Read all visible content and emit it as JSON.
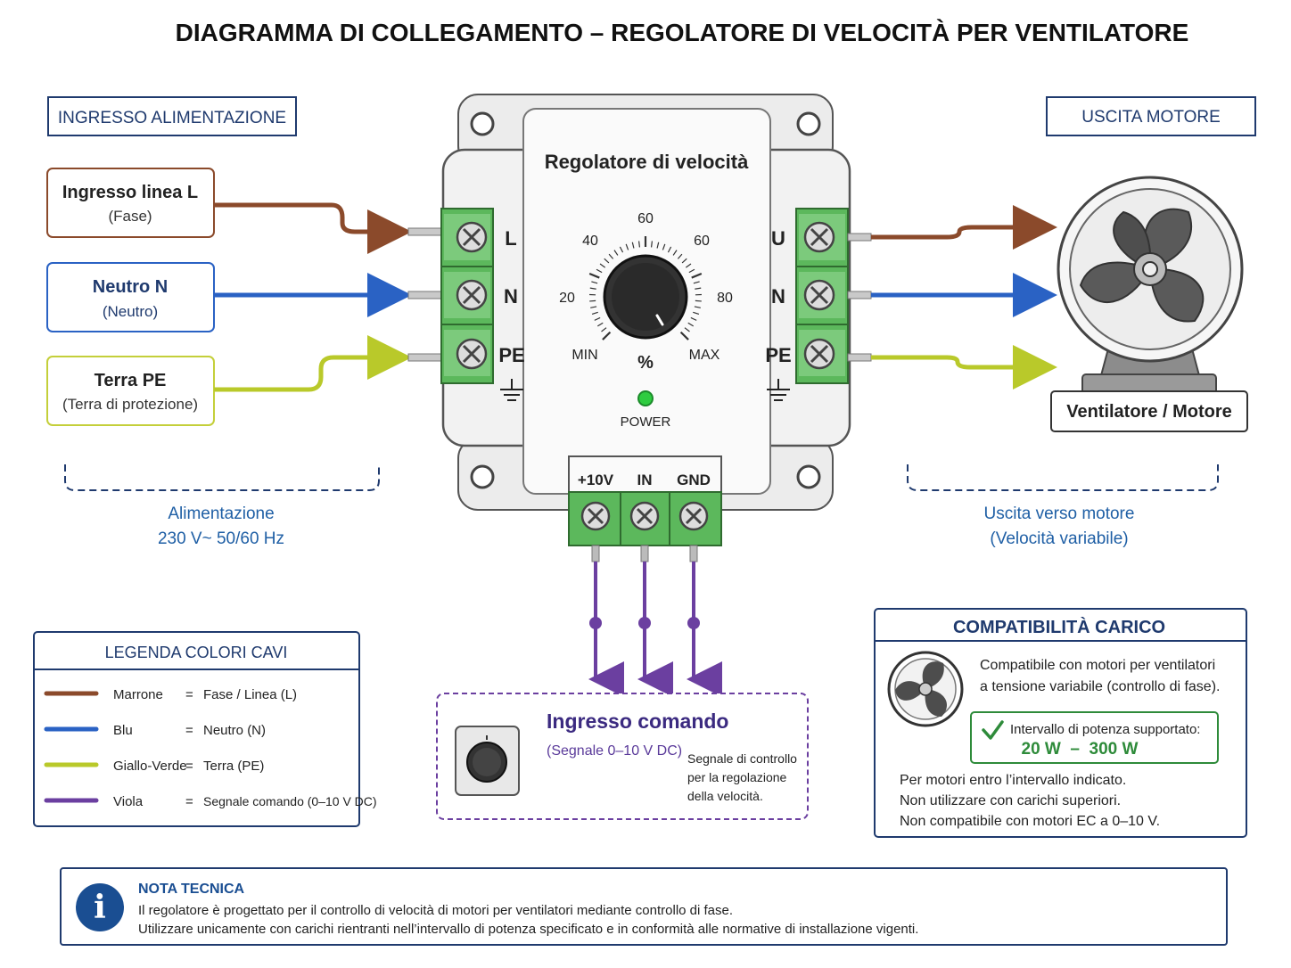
{
  "title": "DIAGRAMMA DI COLLEGAMENTO – REGOLATORE DI VELOCITÀ PER VENTILATORE",
  "input_section": {
    "header": "INGRESSO ALIMENTAZIONE",
    "line": {
      "title": "Ingresso linea L",
      "sub": "(Fase)"
    },
    "neutral": {
      "title": "Neutro N",
      "sub": "(Neutro)"
    },
    "earth": {
      "title": "Terra PE",
      "sub": "(Terra di protezione)"
    },
    "supply_line1": "Alimentazione",
    "supply_line2": "230 V~ 50/60 Hz"
  },
  "output_section": {
    "header": "USCITA MOTORE",
    "motor_label": "Ventilatore / Motore",
    "out_line1": "Uscita verso motore",
    "out_line2": "(Velocità variabile)"
  },
  "device": {
    "title": "Regolatore di velocità",
    "dial": {
      "t20": "20",
      "t40": "40",
      "t60a": "60",
      "t60b": "60",
      "t80": "80",
      "min": "MIN",
      "max": "MAX",
      "unit": "%"
    },
    "power_label": "POWER",
    "left_terminals": {
      "l": "L",
      "n": "N",
      "pe": "PE"
    },
    "right_terminals": {
      "u": "U",
      "n": "N",
      "pe": "PE"
    },
    "control_terminals": {
      "v10": "+10V",
      "in": "IN",
      "gnd": "GND"
    }
  },
  "control_input": {
    "title": "Ingresso comando",
    "sub": "(Segnale 0–10 V DC)",
    "desc1": "Segnale di controllo",
    "desc2": "per la regolazione",
    "desc3": "della velocità."
  },
  "legend": {
    "title": "LEGENDA COLORI CAVI",
    "rows": [
      {
        "name": "Marrone",
        "eq": "=",
        "desc": "Fase / Linea (L)",
        "color": "#8b4a2b"
      },
      {
        "name": "Blu",
        "eq": "=",
        "desc": "Neutro (N)",
        "color": "#2a62c4"
      },
      {
        "name": "Giallo-Verde",
        "eq": "=",
        "desc": "Terra (PE)",
        "color": "#b9c92a"
      },
      {
        "name": "Viola",
        "eq": "=",
        "desc": "Segnale comando (0–10 V DC)",
        "color": "#6b3fa0"
      }
    ]
  },
  "compat": {
    "title": "COMPATIBILITÀ CARICO",
    "desc1": "Compatibile con motori per ventilatori",
    "desc2": "a tensione variabile (controllo di fase).",
    "range_label": "Intervallo di potenza supportato:",
    "range_value": "20 W  –  300 W",
    "note1": "Per motori entro l’intervallo indicato.",
    "note2": "Non utilizzare con carichi superiori.",
    "note3": "Non compatibile con motori EC a 0–10 V."
  },
  "note": {
    "title": "NOTA TECNICA",
    "line1": "Il regolatore è progettato per il controllo di velocità di motori per ventilatori mediante controllo di fase.",
    "line2": "Utilizzare unicamente con carichi rientranti nell’intervallo di potenza specificato e in conformità alle normative di installazione vigenti."
  },
  "colors": {
    "navy": "#1f3a6e",
    "brown": "#8b4a2b",
    "blue": "#2a62c4",
    "yellow_green": "#b9c92a",
    "violet": "#6b3fa0",
    "terminal_green": "#5cb85c",
    "check_green": "#2e8b3a"
  }
}
